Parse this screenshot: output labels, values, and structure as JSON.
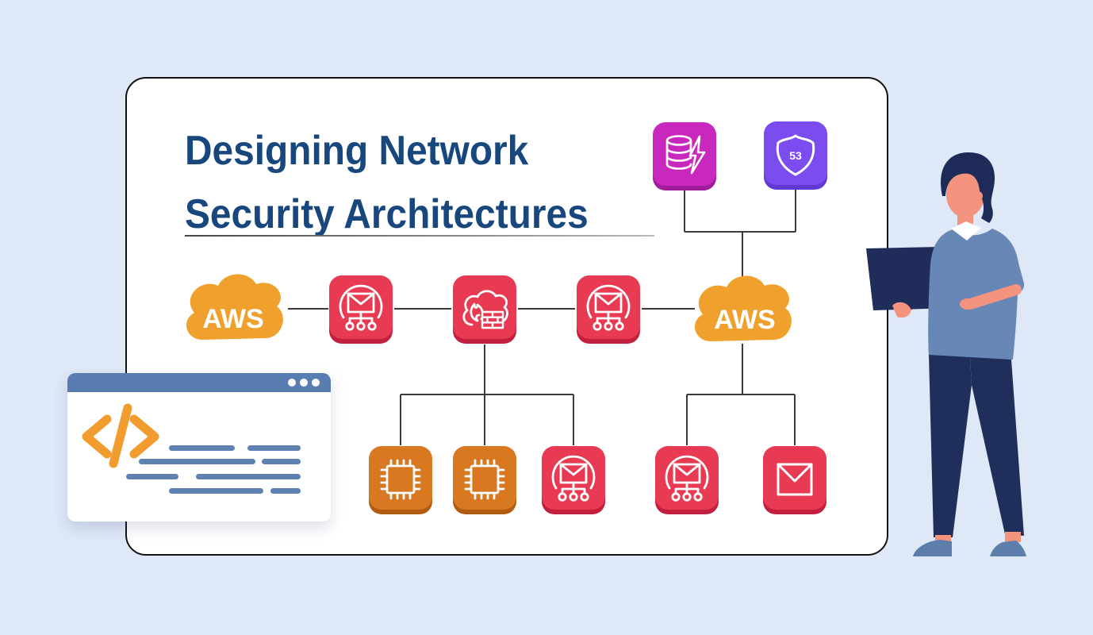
{
  "title": {
    "line1": "Designing Network",
    "line2": "Security Architectures"
  },
  "labels": {
    "aws": "AWS",
    "route53": "53"
  },
  "diagram": {
    "nodes": [
      {
        "id": "dax",
        "icon": "database-lightning-icon",
        "color": "#c928bf"
      },
      {
        "id": "route53",
        "icon": "route-53-shield-icon",
        "color": "#7b4df1",
        "label": "53"
      },
      {
        "id": "aws-cloud-left",
        "icon": "aws-cloud",
        "label": "AWS",
        "color": "#f0a02c"
      },
      {
        "id": "email-network-1",
        "icon": "email-network-icon",
        "color": "#e83a52"
      },
      {
        "id": "network-firewall",
        "icon": "cloud-firewall-icon",
        "color": "#e83a52"
      },
      {
        "id": "email-network-2",
        "icon": "email-network-icon",
        "color": "#e83a52"
      },
      {
        "id": "aws-cloud-right",
        "icon": "aws-cloud",
        "label": "AWS",
        "color": "#f0a02c"
      },
      {
        "id": "chip-1",
        "icon": "processor-chip-icon",
        "color": "#d87922"
      },
      {
        "id": "chip-2",
        "icon": "processor-chip-icon",
        "color": "#d87922"
      },
      {
        "id": "email-network-3",
        "icon": "email-network-icon",
        "color": "#e83a52"
      },
      {
        "id": "email-network-4",
        "icon": "email-network-icon",
        "color": "#e83a52"
      },
      {
        "id": "email",
        "icon": "envelope-icon",
        "color": "#e83a52"
      }
    ],
    "edges": [
      [
        "dax",
        "aws-cloud-right"
      ],
      [
        "route53",
        "aws-cloud-right"
      ],
      [
        "aws-cloud-left",
        "email-network-1"
      ],
      [
        "email-network-1",
        "network-firewall"
      ],
      [
        "network-firewall",
        "email-network-2"
      ],
      [
        "email-network-2",
        "aws-cloud-right"
      ],
      [
        "network-firewall",
        "chip-1"
      ],
      [
        "network-firewall",
        "chip-2"
      ],
      [
        "network-firewall",
        "email-network-3"
      ],
      [
        "aws-cloud-right",
        "email-network-4"
      ],
      [
        "aws-cloud-right",
        "email"
      ]
    ]
  },
  "colors": {
    "background": "#dee8f7",
    "card": "#ffffff",
    "card_border": "#111111",
    "title": "#17477c",
    "connector": "#3a3a3a",
    "red_icon": "#e83a52",
    "red_icon_lip": "#c2203e",
    "magenta_icon": "#c928bf",
    "purple_icon": "#7b4df1",
    "orange_icon": "#d87922",
    "aws_orange": "#f0a02c",
    "window_bar": "#5a7db1",
    "window_text_bars": "#5e81b2",
    "code_symbol": "#f29b2f",
    "person_shirt": "#6787b7",
    "person_pants": "#202e5c",
    "person_skin": "#f4937e",
    "person_hair": "#1e2b58",
    "laptop": "#202c59"
  },
  "illustrations": {
    "code_window": "browser-window-with-code",
    "person": "man-standing-with-laptop"
  }
}
